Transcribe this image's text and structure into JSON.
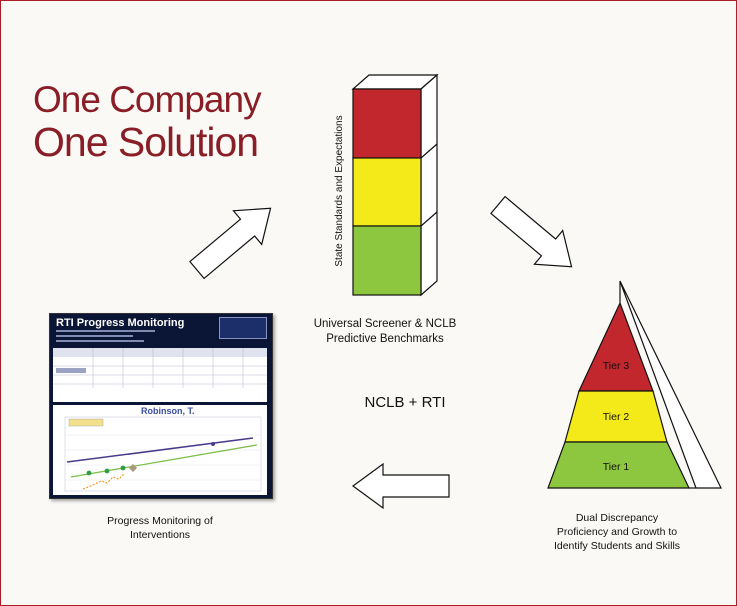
{
  "title": {
    "line1": "One Company",
    "line2": "One Solution"
  },
  "colors": {
    "brand_red": "#8a1e26",
    "red": "#c1272d",
    "yellow": "#f4ea1a",
    "green": "#8dc63f"
  },
  "stack": {
    "side_label": "State Standards and Expectations",
    "caption_line1": "Universal Screener & NCLB",
    "caption_line2": "Predictive Benchmarks"
  },
  "pyramid": {
    "tiers": [
      "Tier 3",
      "Tier 2",
      "Tier 1"
    ],
    "caption_line1": "Dual Discrepancy",
    "caption_line2": "Proficiency and Growth to",
    "caption_line3": "Identify Students and Skills"
  },
  "center_label": "NCLB + RTI",
  "screenshot": {
    "title": "RTI Progress Monitoring",
    "student_name": "Robinson, T.",
    "caption_line1": "Progress Monitoring of",
    "caption_line2": "Interventions"
  },
  "icons": [
    "arrow-up-right-icon",
    "arrow-down-right-icon",
    "arrow-left-icon"
  ]
}
